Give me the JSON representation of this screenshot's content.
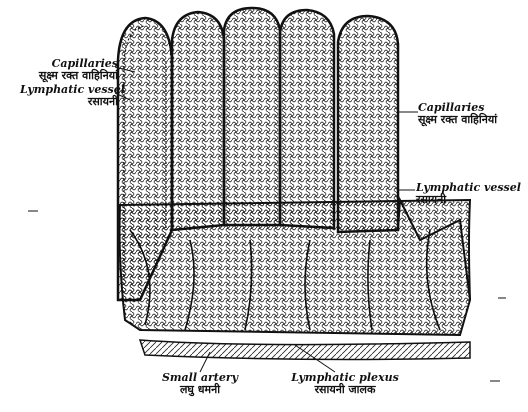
{
  "labels": {
    "capillaries_left": {
      "en": "Capillaries",
      "hi": "सूक्ष्म रक्त वाहिनियां"
    },
    "lymphatic_left": {
      "en": "Lymphatic vessel",
      "hi": "रसायनी"
    },
    "capillaries_right": {
      "en": "Capillaries",
      "hi": "सूक्ष्म रक्त वाहिनियां"
    },
    "lymphatic_right": {
      "en": "Lymphatic vessel",
      "hi": "रसायनी"
    },
    "small_artery": {
      "en": "Small artery",
      "hi": "लघु धमनी"
    },
    "lymphatic_plexus": {
      "en": "Lymphatic plexus",
      "hi": "रसायनी जालक"
    }
  },
  "colors": {
    "ink": "#111111",
    "paper": "#ffffff"
  }
}
